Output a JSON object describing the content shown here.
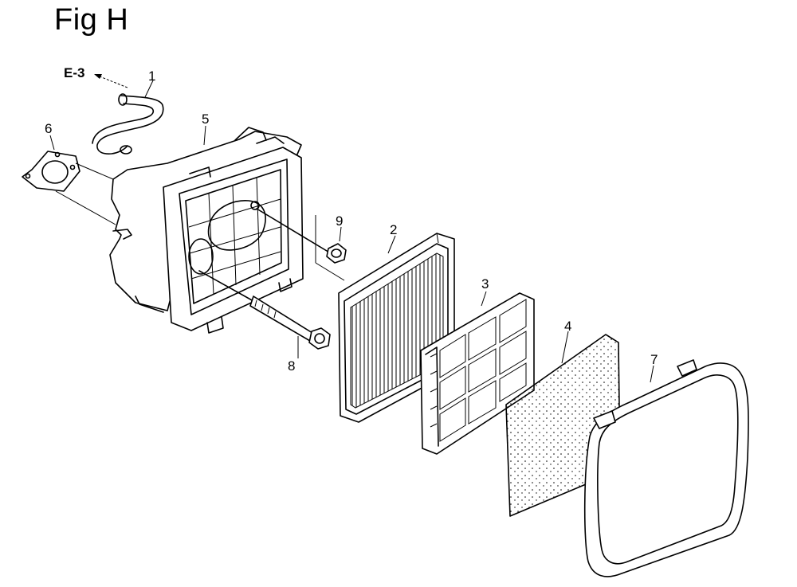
{
  "figure": {
    "title": "Fig H"
  },
  "reference": {
    "label": "E-3"
  },
  "callouts": {
    "c1": "1",
    "c2": "2",
    "c3": "3",
    "c4": "4",
    "c5": "5",
    "c6": "6",
    "c7": "7",
    "c8": "8",
    "c9": "9"
  }
}
